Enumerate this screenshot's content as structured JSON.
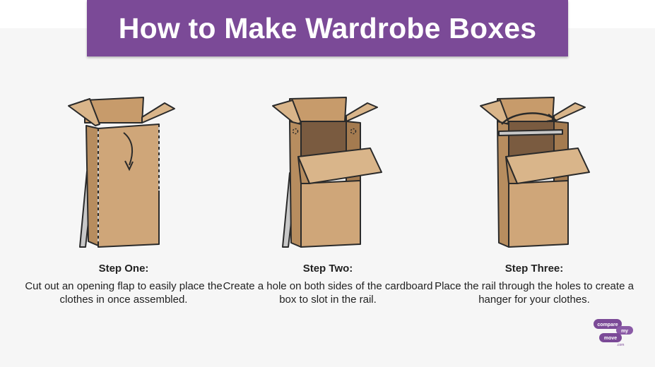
{
  "title": "How to Make Wardrobe Boxes",
  "colors": {
    "brand": "#7b4a97",
    "cardboard": "#cfa679",
    "cardboard_dark": "#b78d5f",
    "cardboard_inside": "#7a5b40",
    "rail": "#c8c8c8"
  },
  "steps": [
    {
      "title": "Step One:",
      "description": "Cut out an opening flap to easily place the clothes in once assembled."
    },
    {
      "title": "Step Two:",
      "description": "Create a hole on both sides of the cardboard box to slot in the rail."
    },
    {
      "title": "Step Three:",
      "description": "Place the rail through the holes to create a hanger for your clothes."
    }
  ],
  "logo": {
    "line1": "compare",
    "line2": "my",
    "line3": "move",
    "suffix": ".com"
  }
}
